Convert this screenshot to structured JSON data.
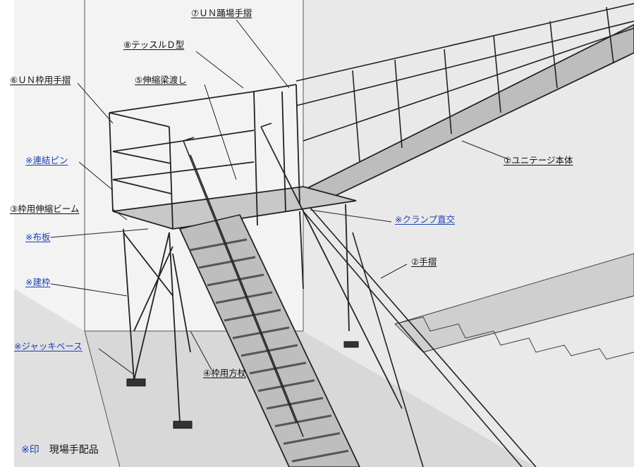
{
  "labels": [
    {
      "id": "un-footplank-handrail",
      "text": "⑦ＵＮ踊場手摺",
      "color": "black"
    },
    {
      "id": "tessul-d",
      "text": "⑧テッスルＤ型",
      "color": "black"
    },
    {
      "id": "un-frame-handrail",
      "text": "⑥ＵＮ枠用手摺",
      "color": "black"
    },
    {
      "id": "telescopic-beam",
      "text": "⑤伸縮梁渡し",
      "color": "black"
    },
    {
      "id": "connecting-pin",
      "text": "※連結ピン",
      "color": "blue"
    },
    {
      "id": "frame-telescopic-beam",
      "text": "③枠用伸縮ビーム",
      "color": "black"
    },
    {
      "id": "plank",
      "text": "※布板",
      "color": "blue"
    },
    {
      "id": "standing-frame",
      "text": "※建枠",
      "color": "blue"
    },
    {
      "id": "jack-base",
      "text": "※ジャッキベース",
      "color": "blue"
    },
    {
      "id": "frame-square-bar",
      "text": "④枠用方杖",
      "color": "black"
    },
    {
      "id": "unitage-body",
      "text": "①ユニテージ本体",
      "color": "black"
    },
    {
      "id": "clamp-right-angle",
      "text": "※クランプ直交",
      "color": "blue"
    },
    {
      "id": "handrail",
      "text": "②手摺",
      "color": "black"
    }
  ],
  "footnote": {
    "mark": "※印",
    "text": "現場手配品"
  },
  "colors": {
    "line": "#222222",
    "wall": "#ececec",
    "floor": "#d6d6d6",
    "blue_label": "#1d3fb0"
  }
}
